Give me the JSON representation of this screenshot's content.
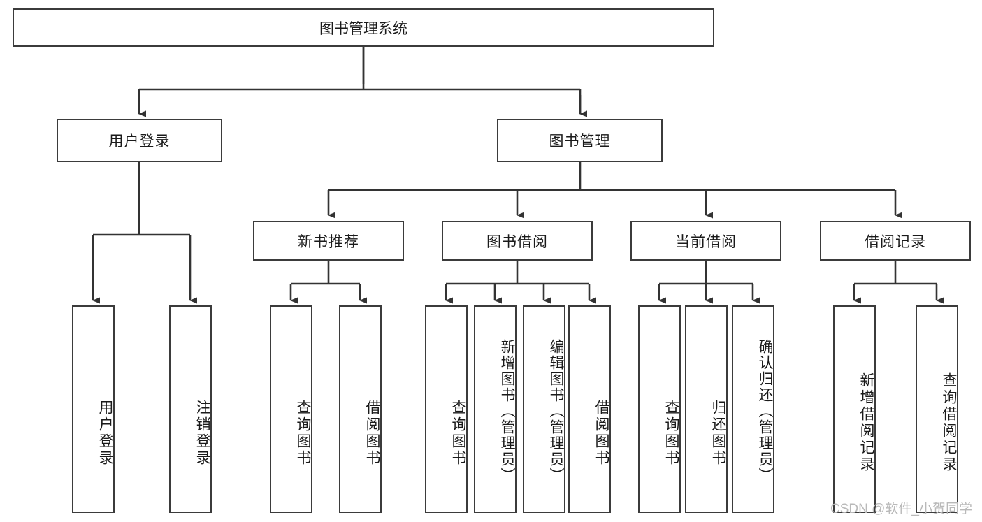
{
  "diagram": {
    "type": "tree",
    "title": "图书管理系统",
    "watermark": "CSDN @软件_小贺同学",
    "colors": {
      "box_border": "#3b3b3b",
      "box_fill": "#ffffff",
      "line": "#333333",
      "text": "#1a1a1a",
      "watermark": "#b9b9b9"
    },
    "nodes": {
      "root": "图书管理系统",
      "l2": [
        {
          "id": "user-login",
          "label": "用户登录"
        },
        {
          "id": "book-manage",
          "label": "图书管理"
        }
      ],
      "l3": [
        {
          "id": "new-book-recommend",
          "label": "新书推荐"
        },
        {
          "id": "book-borrow",
          "label": "图书借阅"
        },
        {
          "id": "current-borrow",
          "label": "当前借阅"
        },
        {
          "id": "borrow-record",
          "label": "借阅记录"
        }
      ],
      "leaves": {
        "user_login": [
          {
            "id": "leaf-user-login",
            "label": "用户登录"
          },
          {
            "id": "leaf-logout-login",
            "label": "注销登录"
          }
        ],
        "new_book_recommend": [
          {
            "id": "leaf-query-book-1",
            "label": "查询图书"
          },
          {
            "id": "leaf-borrow-book-1",
            "label": "借阅图书"
          }
        ],
        "book_borrow": [
          {
            "id": "leaf-query-book-2",
            "label": "查询图书"
          },
          {
            "id": "leaf-add-book",
            "label": "新增图书（管理员）"
          },
          {
            "id": "leaf-edit-book",
            "label": "编辑图书（管理员）"
          },
          {
            "id": "leaf-borrow-book-2",
            "label": "借阅图书"
          }
        ],
        "current_borrow": [
          {
            "id": "leaf-query-book-3",
            "label": "查询图书"
          },
          {
            "id": "leaf-return-book",
            "label": "归还图书"
          },
          {
            "id": "leaf-confirm-return",
            "label": "确认归还（管理员）"
          }
        ],
        "borrow_record": [
          {
            "id": "leaf-add-record",
            "label": "新增借阅记录"
          },
          {
            "id": "leaf-query-record",
            "label": "查询借阅记录"
          }
        ]
      }
    }
  }
}
